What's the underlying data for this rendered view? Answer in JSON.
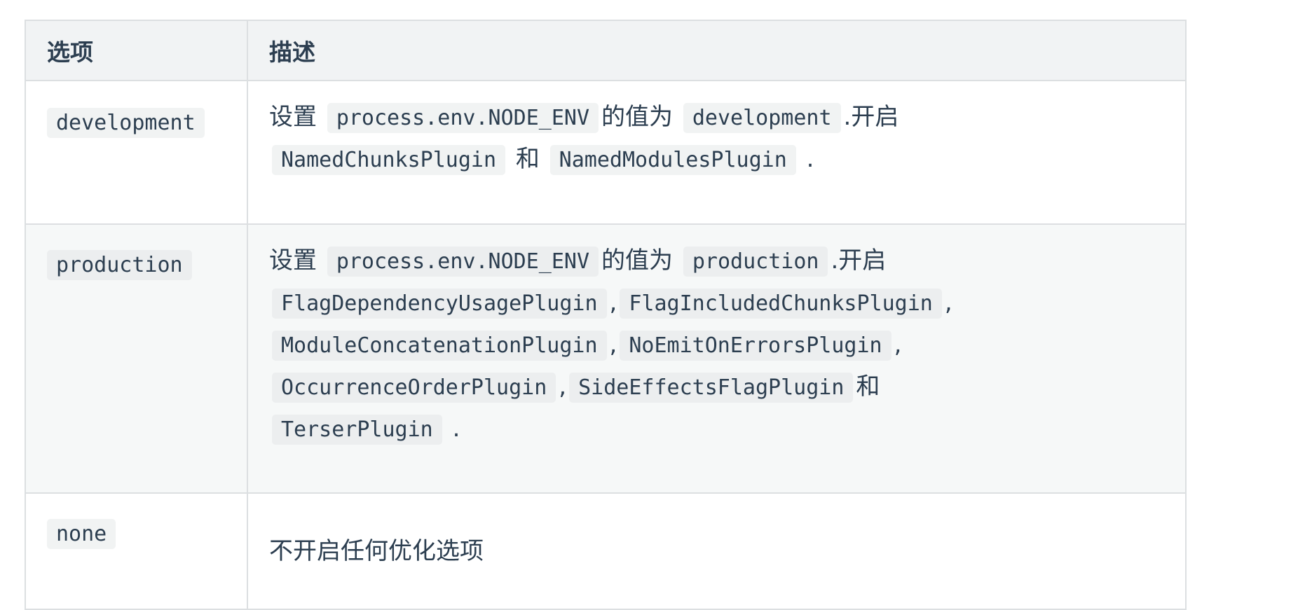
{
  "header": {
    "col1": "选项",
    "col2": "描述"
  },
  "rows": {
    "development": {
      "option": "development",
      "desc": {
        "t1": "设置",
        "c1": "process.env.NODE_ENV",
        "t2": "的值为",
        "c2": "development",
        "t3": ".开启",
        "c3": "NamedChunksPlugin",
        "t4": "和",
        "c4": "NamedModulesPlugin",
        "t5": "."
      }
    },
    "production": {
      "option": "production",
      "desc": {
        "t1": "设置",
        "c1": "process.env.NODE_ENV",
        "t2": "的值为",
        "c2": "production",
        "t3": ".开启",
        "c3": "FlagDependencyUsagePlugin",
        "s1": ",",
        "c4": "FlagIncludedChunksPlugin",
        "s2": ",",
        "c5": "ModuleConcatenationPlugin",
        "s3": ",",
        "c6": "NoEmitOnErrorsPlugin",
        "s4": ",",
        "c7": "OccurrenceOrderPlugin",
        "s5": ",",
        "c8": "SideEffectsFlagPlugin",
        "t4": "和",
        "c9": "TerserPlugin",
        "t5": "."
      }
    },
    "none": {
      "option": "none",
      "desc": "不开启任何优化选项"
    }
  }
}
